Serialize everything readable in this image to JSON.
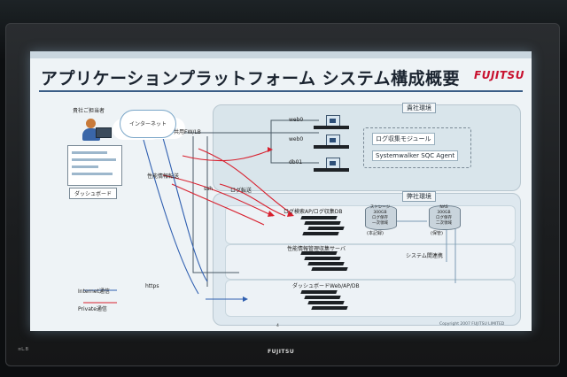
{
  "slide": {
    "top_header": "",
    "title": "アプリケーションプラットフォーム システム構成概要",
    "logo": "FUJITSU",
    "page": "4",
    "copyright": "Copyright 2007 FUJITSU LIMITED"
  },
  "zones": {
    "kaisha": "貴社環境",
    "hatsu": "弊社環境"
  },
  "left": {
    "user": "貴社ご担当者",
    "internet": "インターネット",
    "dashboard_button": "ダッシュボード"
  },
  "network": {
    "fw": "共用FW/LB",
    "perf_transfer": "性能情報転送",
    "log_transfer": "ログ転送",
    "ssh": "ssh",
    "https": "https",
    "system_link": "システム間連携"
  },
  "servers": {
    "web0_top": "web0",
    "web0_bottom": "web0",
    "db01": "db01",
    "log_db": "ログ検索AP/ログ収集DB",
    "perf": "性能情報管理収集サーバ",
    "dash_db": "ダッシュボードWeb/AP/DB"
  },
  "modules": {
    "log_module": "ログ収集モジュール",
    "sqc_agent": "Systemwalker SQC Agent"
  },
  "storage": {
    "box1": [
      "ストレージ",
      "300GB",
      "ログ保存",
      "一次領域",
      "(本記録)"
    ],
    "box2": [
      "NAS",
      "300GB",
      "ログ保存",
      "二次領域",
      "(保管)"
    ]
  },
  "legend": {
    "internet": "Internet通信",
    "private": "Private通信"
  },
  "monitor_brand": "FUJITSU",
  "colors": {
    "title_rule": "#3a5d86",
    "logo_red": "#c8102e",
    "wire_red": "#d8202e",
    "wire_blue": "#2f5fb0"
  }
}
